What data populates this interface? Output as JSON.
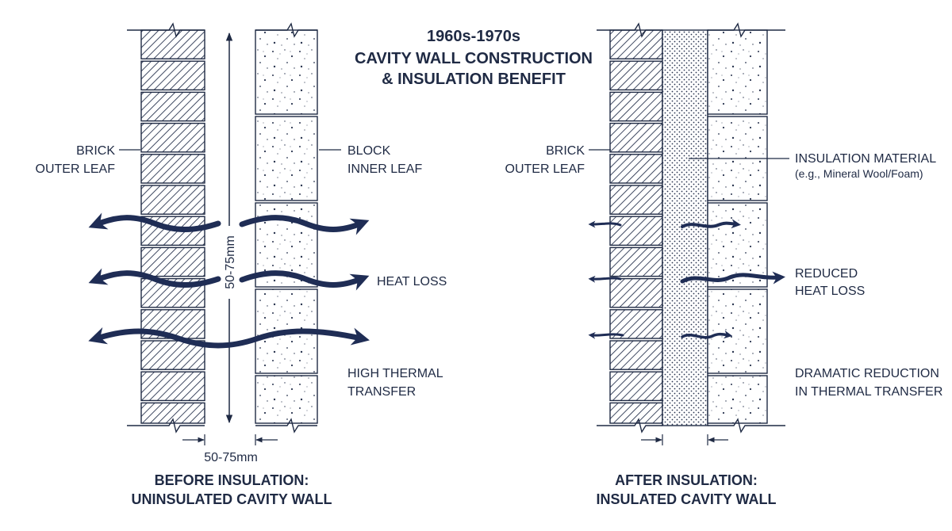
{
  "title": {
    "line1": "1960s-1970s",
    "line2": "CAVITY WALL CONSTRUCTION",
    "line3": "& INSULATION BENEFIT"
  },
  "left_panel": {
    "brick_label": [
      "BRICK",
      "OUTER LEAF"
    ],
    "block_label": [
      "BLOCK",
      "INNER LEAF"
    ],
    "vertical_dim": "50-75mm",
    "heat_loss": "HEAT LOSS",
    "high_transfer": [
      "HIGH THERMAL",
      "TRANSFER"
    ],
    "gap_dim": "50-75mm",
    "caption": [
      "BEFORE INSULATION:",
      "UNINSULATED CAVITY WALL"
    ]
  },
  "right_panel": {
    "brick_label": [
      "BRICK",
      "OUTER LEAF"
    ],
    "insulation_label": [
      "INSULATION MATERIAL",
      "(e.g., Mineral Wool/Foam)"
    ],
    "reduced_heat_loss": [
      "REDUCED",
      "HEAT LOSS"
    ],
    "dramatic_reduction": [
      "DRAMATIC REDUCTION",
      "IN THERMAL TRANSFER"
    ],
    "caption": [
      "AFTER INSULATION:",
      "INSULATED CAVITY WALL"
    ]
  },
  "colors": {
    "ink": "#1f2a44",
    "arrow": "#1f2d55",
    "hatch": "#2a3550"
  }
}
